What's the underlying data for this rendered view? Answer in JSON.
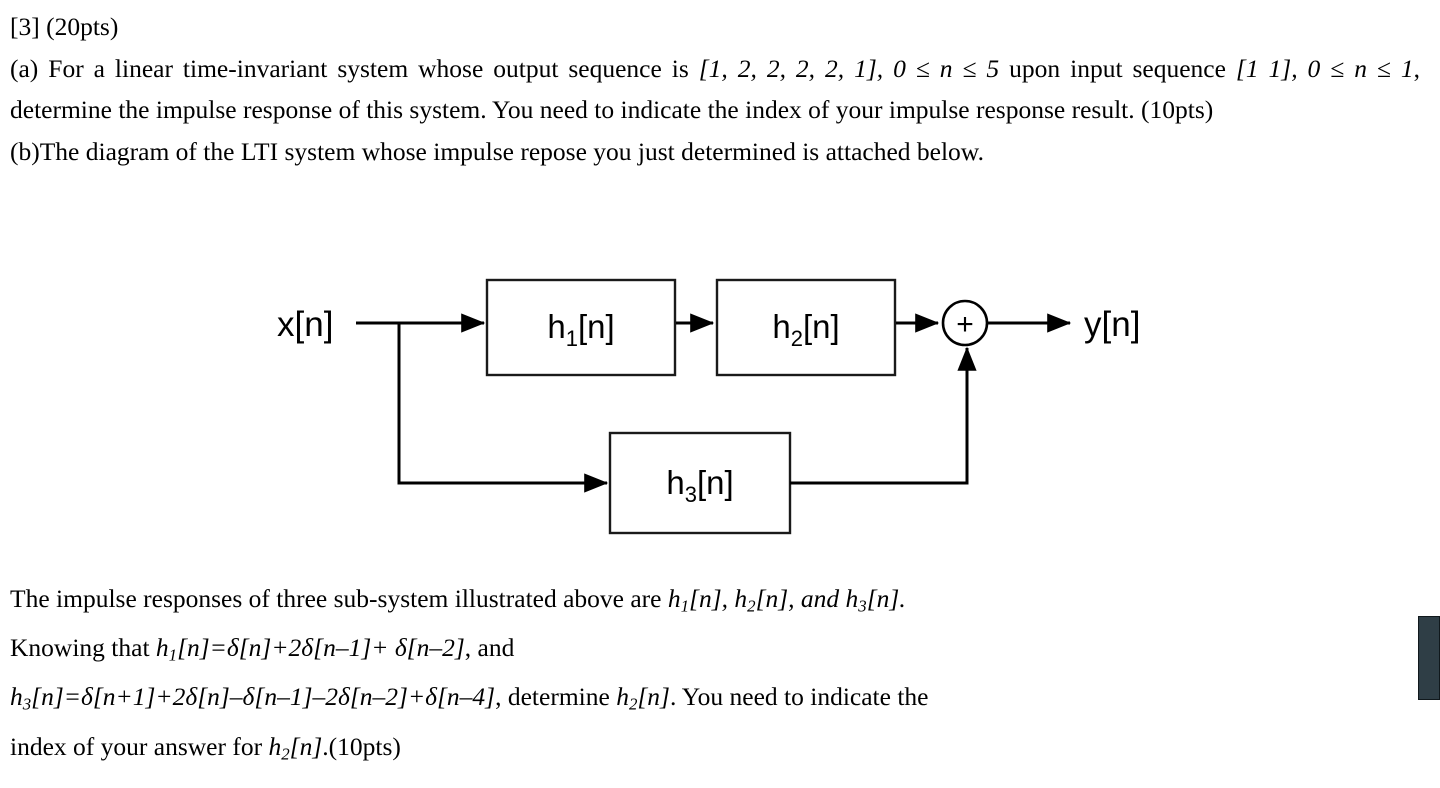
{
  "document": {
    "problem_header": "[3] (20pts)",
    "part_a": {
      "prefix": "(a) For a linear time-invariant system whose output sequence is ",
      "output_sequence": "[1, 2, 2, 2, 2, 1], 0 ≤ n ≤ 5",
      "mid": " upon input sequence ",
      "input_sequence": "[1 1], 0 ≤ n ≤ 1",
      "suffix": ", determine the impulse response of this system. You need to indicate the index of your impulse response result. (10pts)"
    },
    "part_b": {
      "line": "(b)The diagram of the LTI system whose impulse repose you just determined is attached below."
    },
    "closing": {
      "line1_pre": "The impulse responses of three sub-system illustrated above are ",
      "line1_h1": "h",
      "line1_h1_sub": "1",
      "line1_h1_post": "[n], ",
      "line1_h2": "h",
      "line1_h2_sub": "2",
      "line1_h2_post": "[n], and ",
      "line1_h3": "h",
      "line1_h3_sub": "3",
      "line1_h3_post": "[n].",
      "line2_pre": "Knowing that ",
      "line2_formula_name": "h",
      "line2_formula_sub": "1",
      "line2_formula": "[n]=δ[n]+2δ[n–1]+ δ[n–2]",
      "line2_post": ", and",
      "line3_name": "h",
      "line3_sub": "3",
      "line3_formula": "[n]=δ[n+1]+2δ[n]–δ[n–1]–2δ[n–2]+δ[n–4]",
      "line3_post_pre": ", determine ",
      "line3_h2_name": "h",
      "line3_h2_sub": "2",
      "line3_h2_post": "[n]",
      "line3_tail": ". You need to indicate the",
      "line4_pre": "index of your answer for ",
      "line4_h2_name": "h",
      "line4_h2_sub": "2",
      "line4_h2_post": "[n]",
      "line4_tail": ".(10pts)"
    }
  },
  "diagram": {
    "input_label": "x[n]",
    "output_label": "y[n]",
    "adder_label": "+",
    "blocks": [
      {
        "base": "h",
        "sub": "1",
        "tail": "[n]"
      },
      {
        "base": "h",
        "sub": "2",
        "tail": "[n]"
      },
      {
        "base": "h",
        "sub": "3",
        "tail": "[n]"
      }
    ]
  },
  "colors": {
    "page_background": "#ffffff",
    "text": "#000000",
    "box_stroke": "#1a1a1a",
    "wire": "#000000",
    "scrollbar_thumb": "#2f3e46"
  }
}
